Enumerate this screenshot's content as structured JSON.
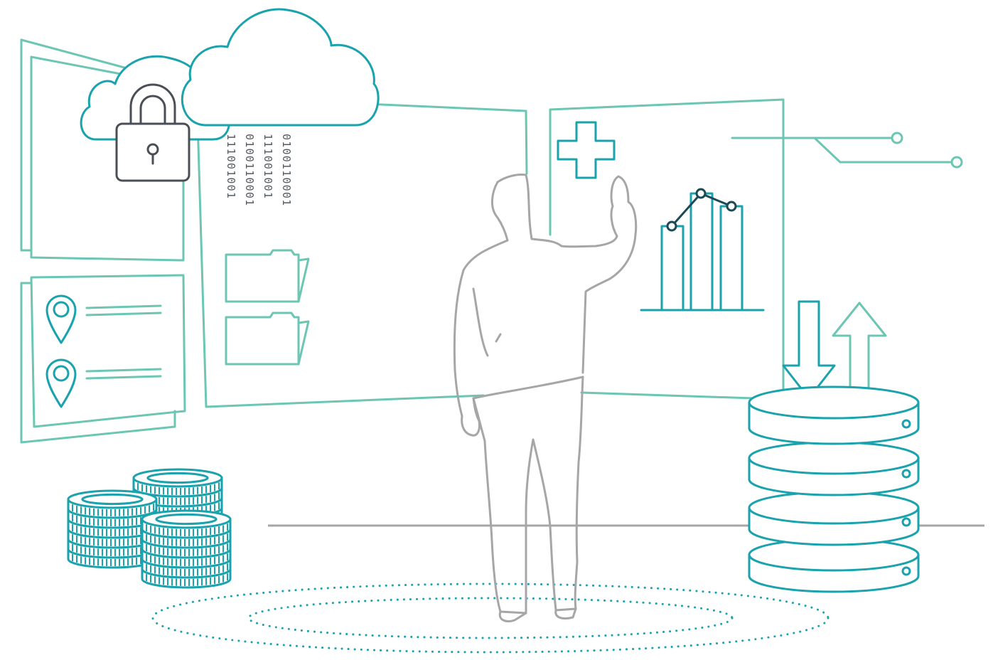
{
  "colors": {
    "mint": "#6cc6b3",
    "teal": "#1aa2ad",
    "gray": "#a6a6a6",
    "dark": "#4a4e55",
    "navy": "#1b4a57"
  },
  "binary_columns": [
    "0100110001",
    "111001001",
    "0100110001",
    "111001001"
  ],
  "icons": [
    "cloud-icon",
    "padlock-icon",
    "folder-icon",
    "map-pin-icon",
    "plus-icon",
    "bar-chart-icon",
    "circuit-icon",
    "download-arrow-icon",
    "upload-arrow-icon",
    "database-icon",
    "coin-stack-icon",
    "person-figure"
  ]
}
